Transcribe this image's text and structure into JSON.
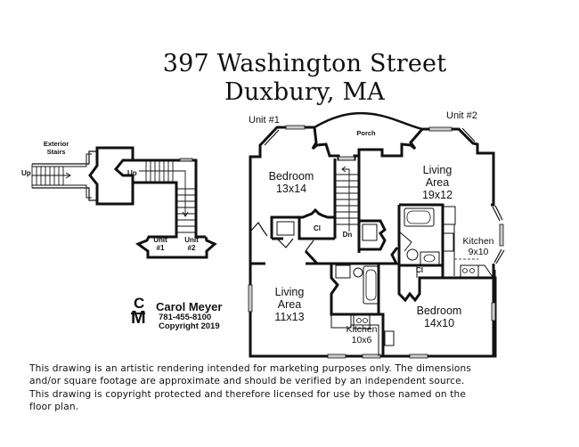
{
  "title": {
    "line1": "397 Washington Street",
    "line2": "Duxbury, MA"
  },
  "stair_plan": {
    "exterior_label_1": "Exterior",
    "exterior_label_2": "Stairs",
    "up_left": "Up",
    "up_right": "Up",
    "unit1_a": "Unit",
    "unit1_b": "#1",
    "unit2_a": "Unit",
    "unit2_b": "#2"
  },
  "floor_plan": {
    "unit1_label": "Unit #1",
    "unit2_label": "Unit #2",
    "rooms": [
      {
        "id": "porch",
        "name": "Porch",
        "size": ""
      },
      {
        "id": "bedroom-unit1",
        "name": "Bedroom",
        "size": "13x14"
      },
      {
        "id": "living-unit2",
        "name": "Living",
        "name2": "Area",
        "size": "19x12"
      },
      {
        "id": "kitchen-unit2",
        "name": "Kitchen",
        "size": "9x10"
      },
      {
        "id": "living-unit1",
        "name": "Living",
        "name2": "Area",
        "size": "11x13"
      },
      {
        "id": "kitchen-unit1",
        "name": "Kitchen",
        "size": "10x6"
      },
      {
        "id": "bedroom-unit2",
        "name": "Bedroom",
        "size": "14x10"
      }
    ],
    "closet_label": "Cl",
    "down_label": "Dn"
  },
  "credit": {
    "logo_top": "C",
    "logo_bottom": "M",
    "name": "Carol Meyer",
    "phone": "781-455-8100",
    "copyright": "Copyright 2019"
  },
  "disclaimer": {
    "lines": [
      "This drawing is an artistic rendering intended for marketing purposes only.  The dimensions",
      "and/or square footage are approximate and should be verified by an independent source.",
      "This drawing is copyright protected and therefore licensed for use by those named on the",
      "floor plan."
    ]
  },
  "colors": {
    "wall": "#111111",
    "window": "#888888",
    "background": "#ffffff"
  }
}
